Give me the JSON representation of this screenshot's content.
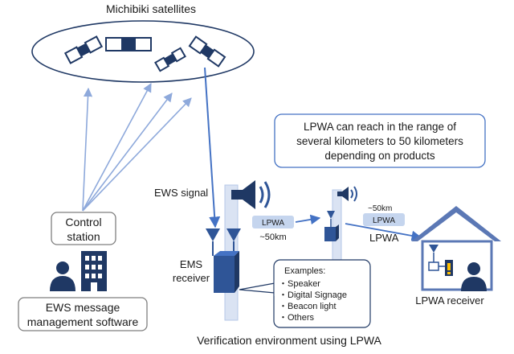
{
  "satellites_label": "Michibiki satellites",
  "control_station": {
    "line1": "Control",
    "line2": "station"
  },
  "software": {
    "line1": "EWS message",
    "line2": "management software"
  },
  "ews_signal_label": "EWS signal",
  "ems_receiver": {
    "line1": "EMS",
    "line2": "receiver"
  },
  "lpwa_tag_1": {
    "name": "LPWA",
    "range": "~50km"
  },
  "lpwa_tag_2": {
    "range": "~50km",
    "name": "LPWA"
  },
  "lpwa_label": "LPWA",
  "range_note": {
    "line1": "LPWA can reach in the range of",
    "line2": "several kilometers to 50 kilometers",
    "line3": "depending on products"
  },
  "examples": {
    "title": "Examples:",
    "items": [
      "・Speaker",
      "・Digital Signage",
      "・Beacon light",
      "・Others"
    ]
  },
  "lpwa_receiver_label": "LPWA receiver",
  "caption": "Verification environment using LPWA",
  "colors": {
    "navy": "#1f3864",
    "arrow_blue": "#4472c4",
    "light_arrow": "#8ea9db",
    "pole": "#dae3f3",
    "tag": "#c5d5ee",
    "house": "#5b78b5"
  }
}
